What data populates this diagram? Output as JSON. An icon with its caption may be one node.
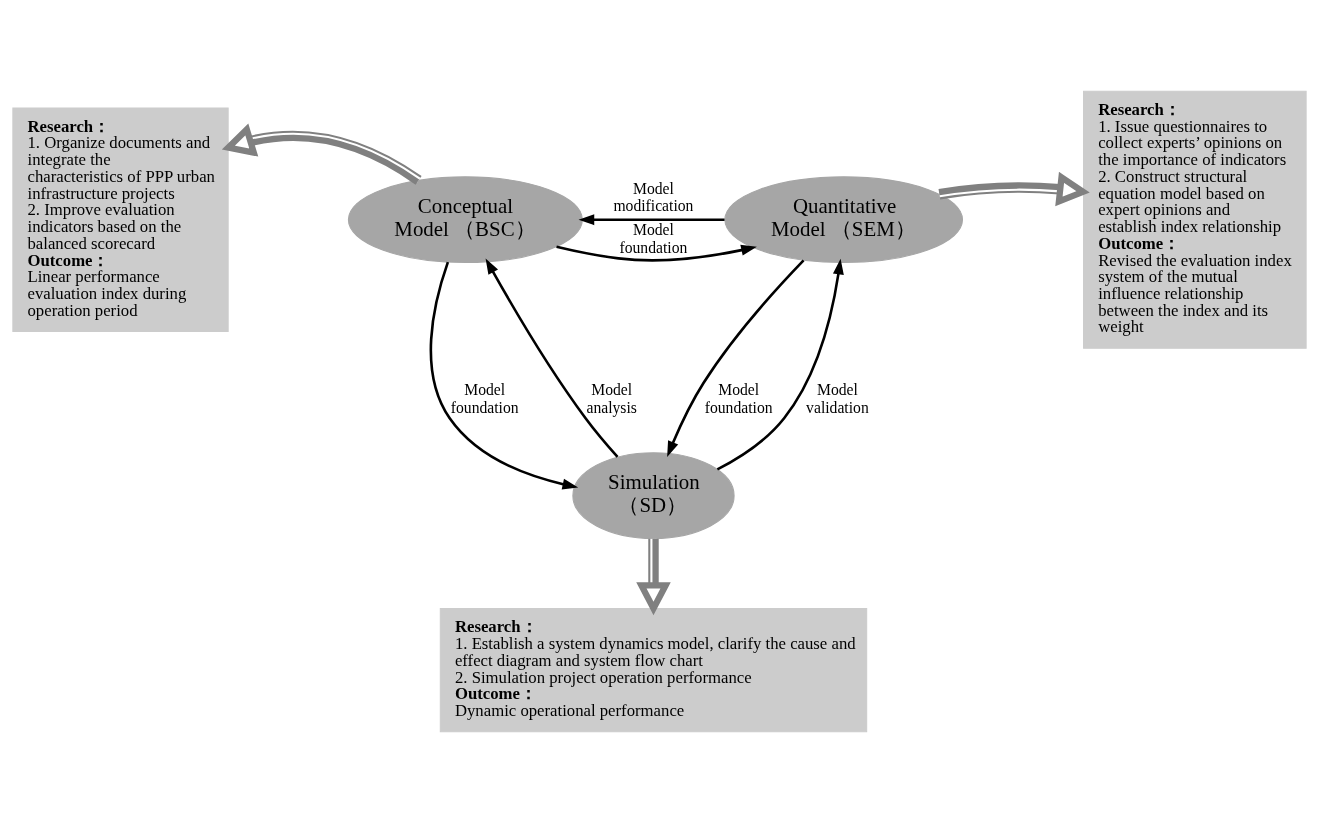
{
  "diagram": {
    "nodes": [
      {
        "text": [
          "Conceptual Model （BSC）"
        ]
      },
      {
        "text": [
          "Quantitative Model （SEM）"
        ]
      },
      {
        "text": [
          "Simulation （SD）"
        ]
      },
      {
        "text": [
          "Research：",
          "1. Organize documents and integrate the characteristics of PPP urban infrastructure projects",
          "2. Improve evaluation indicators based on the balanced scorecard",
          "Outcome：",
          "Linear performance evaluation index during operation period"
        ]
      },
      {
        "text": [
          "Research：",
          "1. Issue questionnaires to collect experts’ opinions on the importance of indicators",
          "2. Construct structural equation model based on expert opinions and establish index relationship",
          "Outcome：",
          "Revised the evaluation index system of the mutual influence relationship between the index and its weight"
        ]
      },
      {
        "text": [
          "Research：",
          "1. Establish a system dynamics model, clarify the cause and effect diagram and system flow chart",
          "2. Simulation project operation performance",
          "Outcome：",
          "Dynamic operational performance"
        ]
      }
    ],
    "edges": [
      {
        "from": 1,
        "to": 0,
        "arrow": "to",
        "label": "Model modification"
      },
      {
        "from": 0,
        "to": 1,
        "arrow": "to",
        "label": "Model foundation"
      },
      {
        "from": 0,
        "to": 2,
        "arrow": "to",
        "label": "Model foundation"
      },
      {
        "from": 1,
        "to": 2,
        "arrow": "to",
        "label": "Model foundation"
      },
      {
        "from": 2,
        "to": 0,
        "arrow": "to",
        "label": "Model analysis"
      },
      {
        "from": 2,
        "to": 1,
        "arrow": "to",
        "label": "Model validation"
      },
      {
        "from": 0,
        "to": 3,
        "arrow": "to",
        "style": "thick",
        "color": "#808080"
      },
      {
        "from": 1,
        "to": 4,
        "arrow": "to",
        "style": "thick",
        "color": "#808080"
      },
      {
        "from": 2,
        "to": 5,
        "arrow": "to",
        "style": "thick",
        "color": "#808080"
      }
    ]
  }
}
